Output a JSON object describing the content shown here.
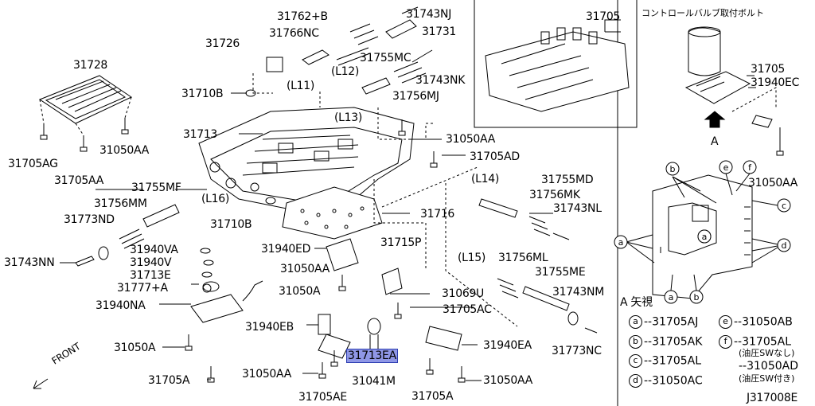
{
  "diagram": {
    "code": "J317008E",
    "front_label": "FRONT",
    "view_caption": "A 矢視",
    "arrow_label": "A",
    "inset_title": "コントロールバルブ取付ボルト",
    "highlighted_part": "31713EA",
    "part_labels": [
      "31728",
      "31705AG",
      "31705AA",
      "31050AA",
      "31726",
      "31710B",
      "31762+B",
      "31766NC",
      "31743NJ",
      "31731",
      "31755MC",
      "31743NK",
      "31756MJ",
      "(L11)",
      "(L12)",
      "(L13)",
      "31713",
      "31050AA",
      "31705AD",
      "31755MF",
      "31756MM",
      "(L16)",
      "31773ND",
      "31710B",
      "31716",
      "31940VA",
      "31940V",
      "31713E",
      "31743NN",
      "31777+A",
      "31940NA",
      "31940ED",
      "31050AA",
      "31050A",
      "31715P",
      "31069U",
      "31705AC",
      "(L14)",
      "31755MD",
      "31756MK",
      "31743NL",
      "(L15)",
      "31756ML",
      "31755ME",
      "31743NM",
      "31773NC",
      "31940EB",
      "31940EA",
      "31050A",
      "31050AA",
      "31041M",
      "31050AA",
      "31705A",
      "31705AE",
      "31705A",
      "31705",
      "31705",
      "31940EC",
      "31050AA"
    ],
    "legend": [
      {
        "key": "a",
        "part": "31705AJ"
      },
      {
        "key": "b",
        "part": "31705AK"
      },
      {
        "key": "c",
        "part": "31705AL"
      },
      {
        "key": "d",
        "part": "31050AC"
      },
      {
        "key": "e",
        "part": "31050AB"
      },
      {
        "key": "f",
        "part": "31705AL",
        "note": "(油圧SWなし)"
      },
      {
        "key": "",
        "part": "31050AD",
        "note": "(油圧SW付き)"
      }
    ],
    "callout_keys": [
      "b",
      "e",
      "f",
      "a",
      "c",
      "d",
      "a",
      "b"
    ]
  }
}
